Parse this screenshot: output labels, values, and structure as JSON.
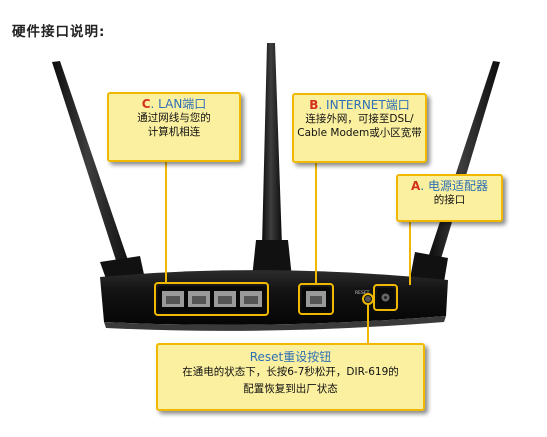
{
  "page_title": "硬件接口说明:",
  "callouts": {
    "lan": {
      "letter": "C",
      "heading": ". LAN端口",
      "body": "通过网线与您的\n计算机相连"
    },
    "internet": {
      "letter": "B",
      "heading": ". INTERNET端口",
      "body": "连接外网，可接至DSL/\nCable Modem或小区宽带"
    },
    "power": {
      "letter": "A",
      "heading": ". 电源适配器",
      "body": "的接口"
    },
    "reset": {
      "heading": "Reset重设按钮",
      "body": "在通电的状态下，长按6-7秒松开，DIR-619的\n配置恢复到出厂状态"
    }
  },
  "device_labels": {
    "reset_port": "RESET"
  },
  "colors": {
    "callout_fill": "#fbf0a0",
    "callout_border": "#f0b800",
    "highlight": "#f0b800",
    "heading_blue": "#2d6fb4",
    "letter_red": "#d4301c"
  }
}
